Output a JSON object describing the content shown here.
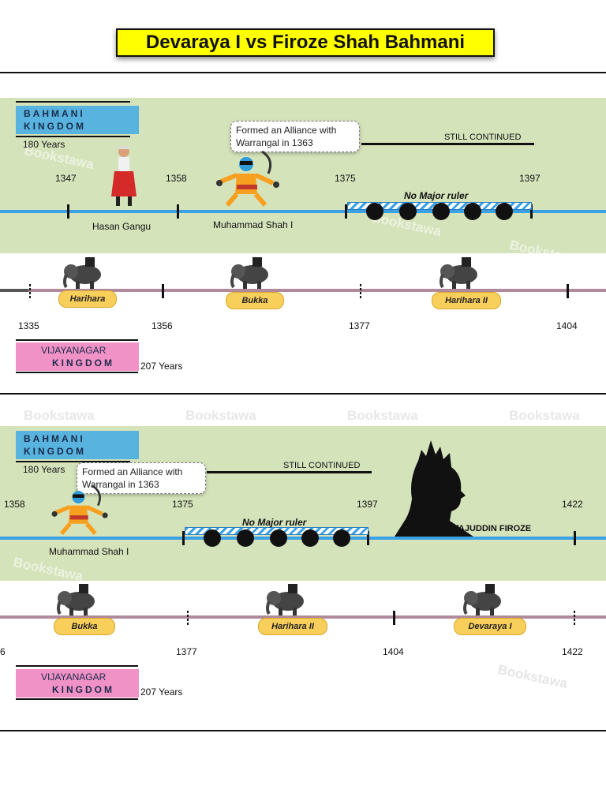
{
  "title": "Devaraya I vs Firoze Shah Bahmani",
  "watermark": "Bookstawa",
  "panel1": {
    "bahmani": {
      "line1": "BAHMANI",
      "line2": "KINGDOM",
      "duration": "180 Years"
    },
    "callout": {
      "line1": "Formed an Alliance with",
      "line2": "Warrangal in 1363"
    },
    "still_continued": "STILL CONTINUED",
    "years": [
      "1347",
      "1358",
      "1375",
      "1397"
    ],
    "no_major_ruler": "No Major ruler",
    "rulers": {
      "r1": "Hasan Gangu",
      "r2": "Muhammad Shah I"
    },
    "vijayanagar": {
      "line1": "VIJAYANAGAR",
      "line2": "KINGDOM",
      "duration": "207 Years"
    },
    "v_rulers": [
      "Harihara",
      "Bukka",
      "Harihara II"
    ],
    "v_years": [
      "1335",
      "1356",
      "1377",
      "1404"
    ]
  },
  "panel2": {
    "bahmani": {
      "line1": "BAHMANI",
      "line2": "KINGDOM",
      "duration": "180 Years"
    },
    "callout": {
      "line1": "Formed an Alliance with",
      "line2": "Warrangal in 1363"
    },
    "still_continued": "STILL CONTINUED",
    "years": [
      "1358",
      "1375",
      "1397",
      "1422"
    ],
    "no_major_ruler": "No Major ruler",
    "rulers": {
      "r1": "Muhammad Shah I",
      "r2": "TAJUDDIN FIROZE"
    },
    "vijayanagar": {
      "line1": "VIJAYANAGAR",
      "line2": "KINGDOM",
      "duration": "207 Years"
    },
    "v_rulers": [
      "Bukka",
      "Harihara II",
      "Devaraya I"
    ],
    "v_years": [
      "6",
      "1377",
      "1404",
      "1422"
    ]
  }
}
